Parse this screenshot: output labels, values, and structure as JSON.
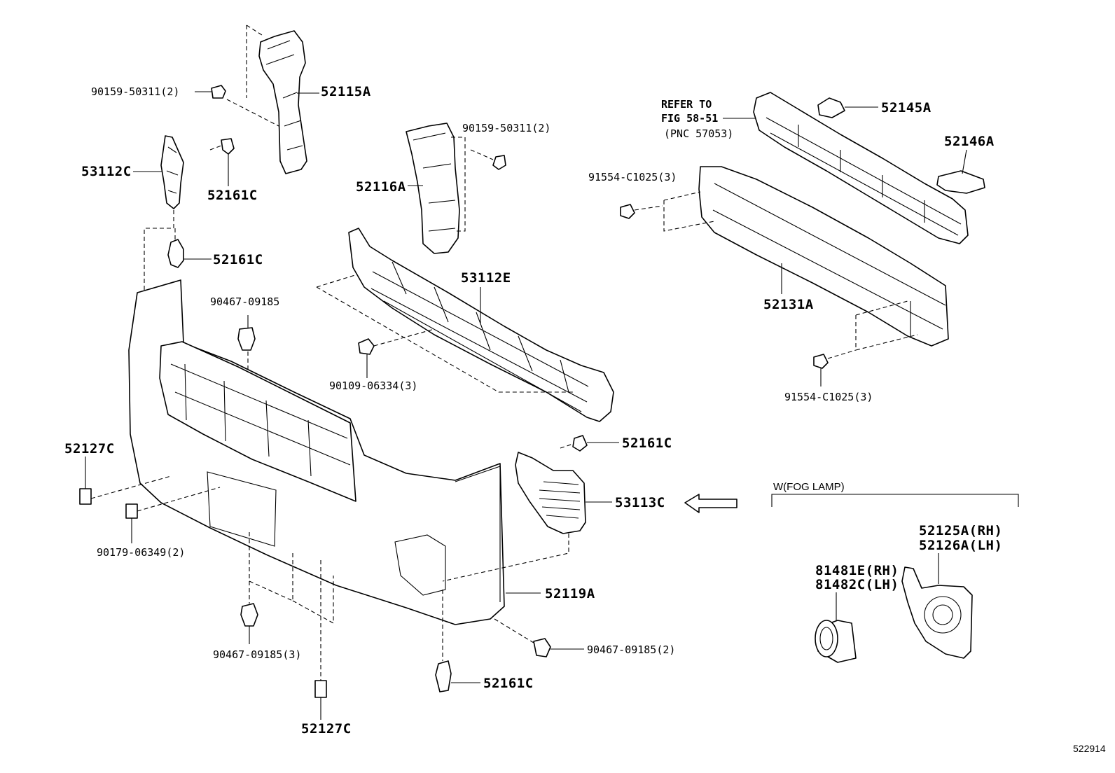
{
  "diagram": {
    "labels": {
      "p52115A": "52115A",
      "p90159_top_left": "90159-50311(2)",
      "p53112C": "53112C",
      "p52161C_a": "52161C",
      "p52161C_b": "52161C",
      "p52116A": "52116A",
      "p90159_mid": "90159-50311(2)",
      "p90467_top": "90467-09185",
      "p53112E": "53112E",
      "p90109": "90109-06334(3)",
      "p52127C_left": "52127C",
      "p90179": "90179-06349(2)",
      "p90467_bottom3": "90467-09185(3)",
      "p52127C_bottom": "52127C",
      "p52161C_bottom": "52161C",
      "p90467_right2": "90467-09185(2)",
      "p52119A": "52119A",
      "p52161C_grille": "52161C",
      "p53113C": "53113C",
      "refer_line1": "REFER TO",
      "refer_line2": "FIG 58-51",
      "refer_line3": "(PNC 57053)",
      "p52145A": "52145A",
      "p52146A": "52146A",
      "p91554_top": "91554-C1025(3)",
      "p52131A": "52131A",
      "p91554_bottom": "91554-C1025(3)",
      "fog_title": "W(FOG LAMP)",
      "p52125A": "52125A(RH)",
      "p52126A": "52126A(LH)",
      "p81481E": "81481E(RH)",
      "p81482C": "81482C(LH)",
      "figure_id": "522914"
    }
  }
}
